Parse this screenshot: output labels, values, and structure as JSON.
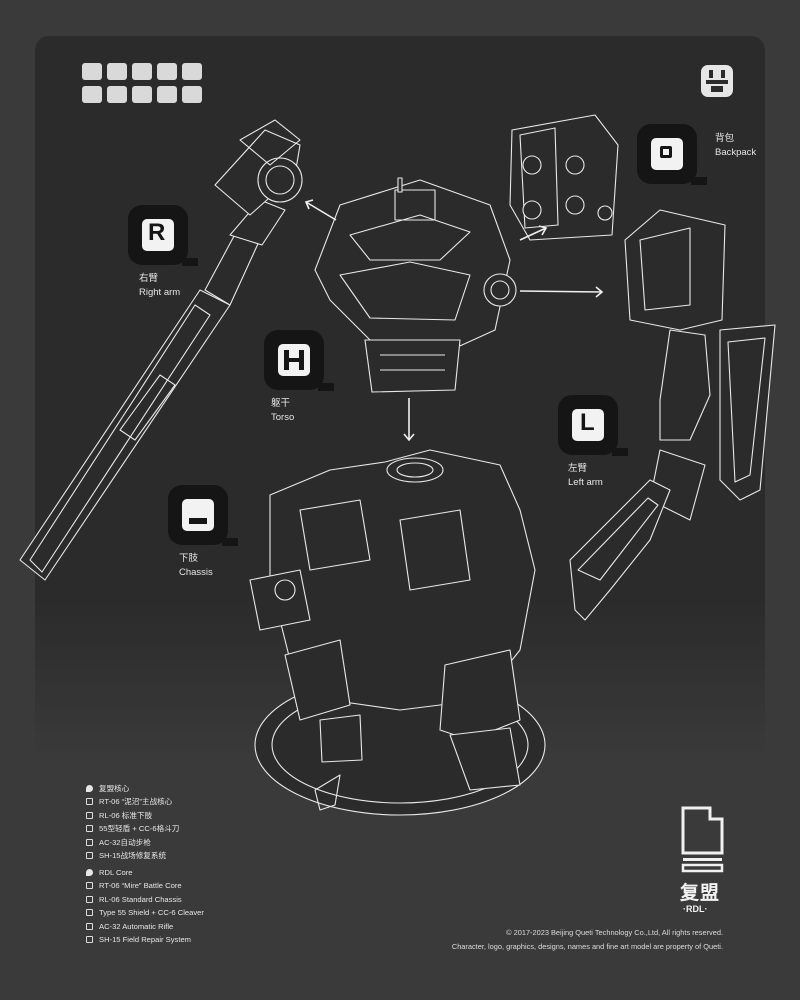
{
  "parts": {
    "right_arm": {
      "cn": "右臂",
      "en": "Right arm",
      "glyph": "R"
    },
    "torso": {
      "cn": "躯干",
      "en": "Torso",
      "glyph": "H"
    },
    "chassis": {
      "cn": "下肢",
      "en": "Chassis",
      "glyph": "chassis"
    },
    "backpack": {
      "cn": "背包",
      "en": "Backpack",
      "glyph": "backpack"
    },
    "left_arm": {
      "cn": "左臂",
      "en": "Left arm",
      "glyph": "L"
    }
  },
  "spec_cn": {
    "header": "复盟核心",
    "items": [
      "RT-06 “泥沼”主战核心",
      "RL-06 标准下肢",
      "55型轻盾 + CC-6格斗刀",
      "AC-32自动步枪",
      "SH-15战场修复系统"
    ]
  },
  "spec_en": {
    "header": "RDL Core",
    "items": [
      "RT-06 “Mire” Battle Core",
      "RL-06 Standard Chassis",
      "Type 55 Shield + CC-6 Cleaver",
      "AC-32 Automatic Rifle",
      "SH-15 Field Repair System"
    ]
  },
  "brand": {
    "cn": "复盟",
    "en": "·RDL·"
  },
  "copyright": {
    "line1": "© 2017-2023 Beijing Queti Technology Co.,Ltd, All rights reserved.",
    "line2": "Character, logo, graphics, designs, names and fine art model are property of Queti."
  },
  "icons": [
    "logo-grid-icon",
    "corner-emblem-icon",
    "part-badge-icon",
    "list-bullet-icon"
  ],
  "colors": {
    "background": "#3a3a3a",
    "panel": "#2b2b2b",
    "badge": "#151515",
    "line": "#f0f0f0"
  }
}
